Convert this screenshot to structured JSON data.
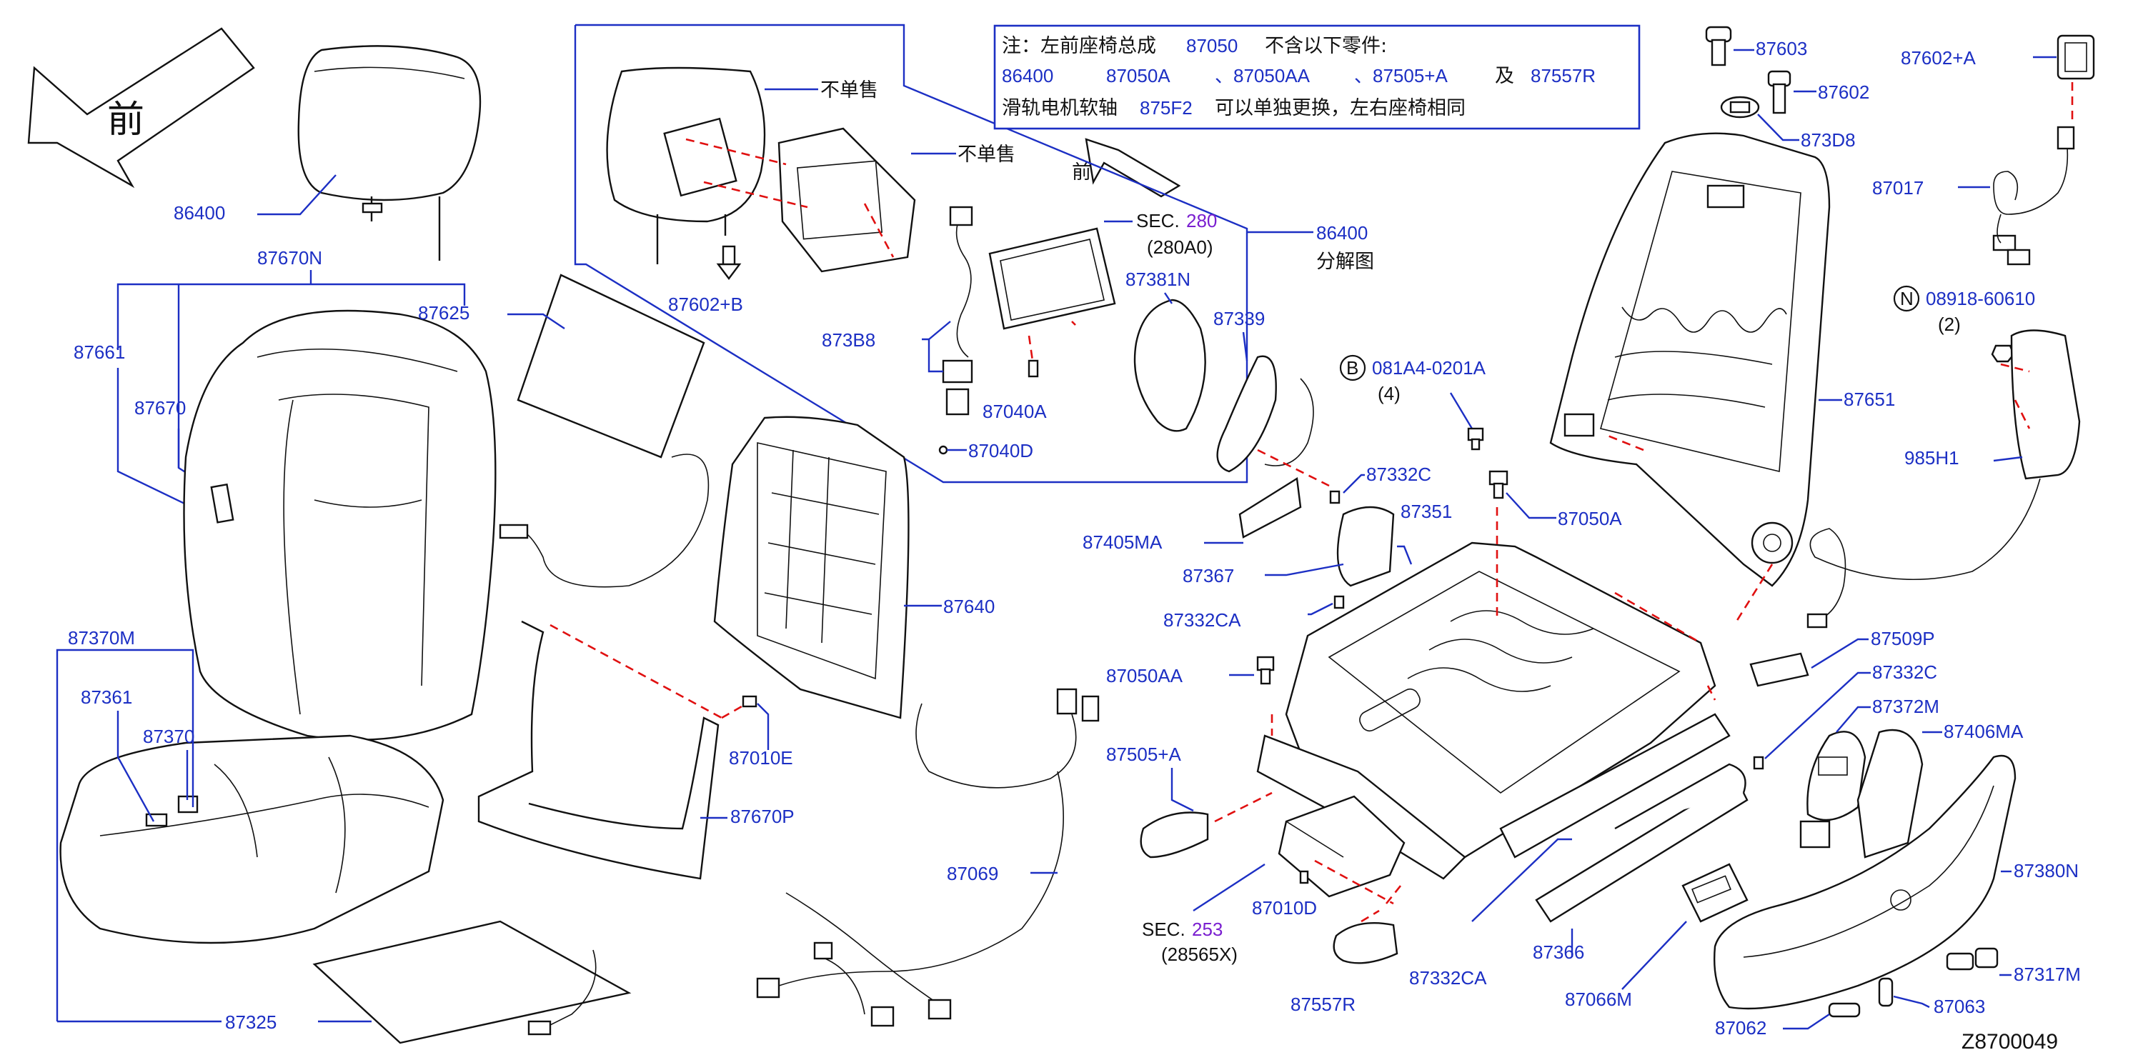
{
  "diagram_id": "Z8700049",
  "front_label": "前",
  "note": {
    "line1_prefix": "注：左前座椅总成",
    "line1_part": "87050",
    "line1_suffix": "不含以下零件:",
    "list": [
      "86400",
      "87050A",
      "、87050AA",
      "、87505+A",
      "及",
      "87557R"
    ],
    "line3_prefix": "滑轨电机软轴",
    "line3_part": "875F2",
    "line3_suffix": "可以单独更换，左右座椅相同"
  },
  "not_sold_label": "不单售",
  "exploded_label": "分解图",
  "sec_280": {
    "sec": "SEC.",
    "num": "280",
    "ref": "(280A0)"
  },
  "sec_253": {
    "sec": "SEC.",
    "num": "253",
    "ref": "(28565X)"
  },
  "bolt_B": {
    "symbol": "B",
    "part": "081A4-0201A",
    "qty": "(4)"
  },
  "nut_N": {
    "symbol": "N",
    "part": "08918-60610",
    "qty": "(2)"
  },
  "parts": {
    "p86400": "86400",
    "p86400_exploded": "86400",
    "p87670N": "87670N",
    "p87661": "87661",
    "p87670": "87670",
    "p87625": "87625",
    "p87370M": "87370M",
    "p87361": "87361",
    "p87370": "87370",
    "p87325": "87325",
    "p87602B": "87602+B",
    "p873B8": "873B8",
    "p87040A": "87040A",
    "p87040D": "87040D",
    "p87640": "87640",
    "p87010E": "87010E",
    "p87670P": "87670P",
    "p87069": "87069",
    "p87381N": "87381N",
    "p87339": "87339",
    "p87405MA": "87405MA",
    "p87367": "87367",
    "p87332C_top": "87332C",
    "p87332CA_top": "87332CA",
    "p87351": "87351",
    "p87050A": "87050A",
    "p87050AA": "87050AA",
    "p87505A": "87505+A",
    "p87010D": "87010D",
    "p87557R": "87557R",
    "p87332CA_bot": "87332CA",
    "p87366": "87366",
    "p87066M": "87066M",
    "p87603": "87603",
    "p87602": "87602",
    "p873D8": "873D8",
    "p87602A": "87602+A",
    "p87017": "87017",
    "p87651": "87651",
    "p985H1": "985H1",
    "p87509P": "87509P",
    "p87332C_bot": "87332C",
    "p87372M": "87372M",
    "p87406MA": "87406MA",
    "p87380N": "87380N",
    "p87317M": "87317M",
    "p87063": "87063",
    "p87062": "87062"
  }
}
